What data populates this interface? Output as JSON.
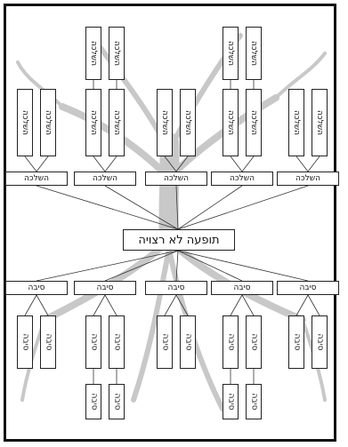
{
  "center_label": "תופעה לא רצויה",
  "top_row_label": "השלכה",
  "bottom_row_label": "סיבה",
  "top_row": [
    {
      "label": "השלכה",
      "sub": [
        "השלכה",
        "השלכה"
      ],
      "subsub": []
    },
    {
      "label": "השלכה",
      "sub": [
        "השלכה",
        "השלכה"
      ],
      "subsub": [
        "השלכה",
        "השלכה"
      ]
    },
    {
      "label": "השלכה",
      "sub": [
        "השלכה",
        "השלכה"
      ],
      "subsub": []
    },
    {
      "label": "השלכה",
      "sub": [
        "השלכה",
        "השלכה"
      ],
      "subsub": [
        "השלכה",
        "השלכה"
      ]
    },
    {
      "label": "השלכה",
      "sub": [
        "השלכה",
        "השלכה"
      ],
      "subsub": []
    }
  ],
  "bottom_row": [
    {
      "label": "סיבה",
      "sub": [
        "סיבה",
        "סיבה"
      ],
      "subsub": []
    },
    {
      "label": "סיבה",
      "sub": [
        "סיבה",
        "סיבה"
      ],
      "subsub": [
        "סיבה",
        "סיבה"
      ]
    },
    {
      "label": "סיבה",
      "sub": [
        "סיבה",
        "סיבה"
      ],
      "subsub": []
    },
    {
      "label": "סיבה",
      "sub": [
        "סיבה",
        "סיבה"
      ],
      "subsub": [
        "סיבה",
        "סיבה"
      ]
    },
    {
      "label": "סיבה",
      "sub": [
        "סיבה",
        "סיבה"
      ],
      "subsub": []
    }
  ]
}
